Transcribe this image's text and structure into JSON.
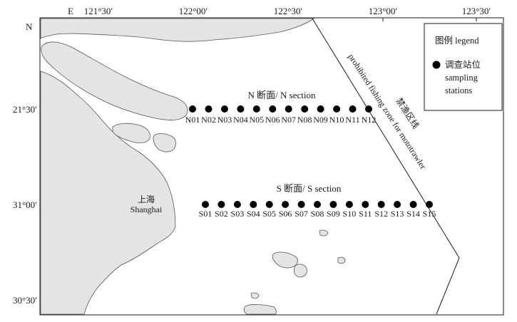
{
  "map": {
    "top_labels": [
      "E",
      "121°30′",
      "122°00′",
      "122°30′",
      "123°00′",
      "123°30′"
    ],
    "left_labels": [
      "N",
      "21°30′",
      "31°00′",
      "30°30′"
    ],
    "city": {
      "name_cn": "上海",
      "name_en": "Shanghai"
    },
    "zone_label_cn": "禁渔区线",
    "zone_label_en": "prohibited fishing zone for mototrawler",
    "legend": {
      "title": "图例 legend",
      "item_cn": "调查站位",
      "item_en_1": "sampling",
      "item_en_2": "stations"
    },
    "n_section": {
      "title": "N 断面/ N section",
      "stations": [
        "N01",
        "N02",
        "N03",
        "N04",
        "N05",
        "N06",
        "N07",
        "N08",
        "N09",
        "N10",
        "N11",
        "N12"
      ]
    },
    "s_section": {
      "title": "S 断面/ S section",
      "stations": [
        "S01",
        "S02",
        "S03",
        "S04",
        "S05",
        "S06",
        "S07",
        "S08",
        "S09",
        "S10",
        "S11",
        "S12",
        "S13",
        "S14",
        "S15"
      ]
    },
    "colors": {
      "land": "#e3e4e6",
      "water": "#ffffff",
      "line": "#1a1a1a",
      "station": "#000000"
    }
  }
}
